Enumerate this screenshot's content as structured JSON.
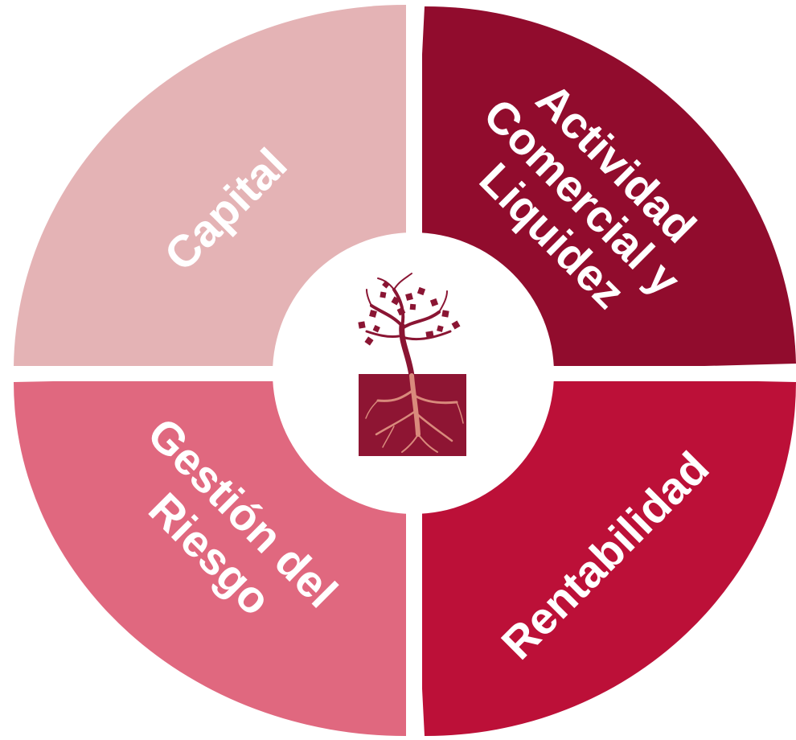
{
  "quadrants": {
    "top_left": {
      "lines": [
        "Capital"
      ],
      "color": "#e4b3b5"
    },
    "top_right": {
      "lines": [
        "Actividad",
        "Comercial y",
        "Liquidez"
      ],
      "color": "#910c2d"
    },
    "bottom_left": {
      "lines": [
        "Gestión del",
        "Riesgo"
      ],
      "color": "#e0687f"
    },
    "bottom_right": {
      "lines": [
        "Rentabilidad"
      ],
      "color": "#bc1038"
    }
  },
  "center": {
    "icon": "tree-with-roots-icon",
    "hub_color": "#ffffff",
    "soil_color": "#8e1533",
    "tree_color": "#8a1533",
    "root_color": "#d98a7c"
  }
}
